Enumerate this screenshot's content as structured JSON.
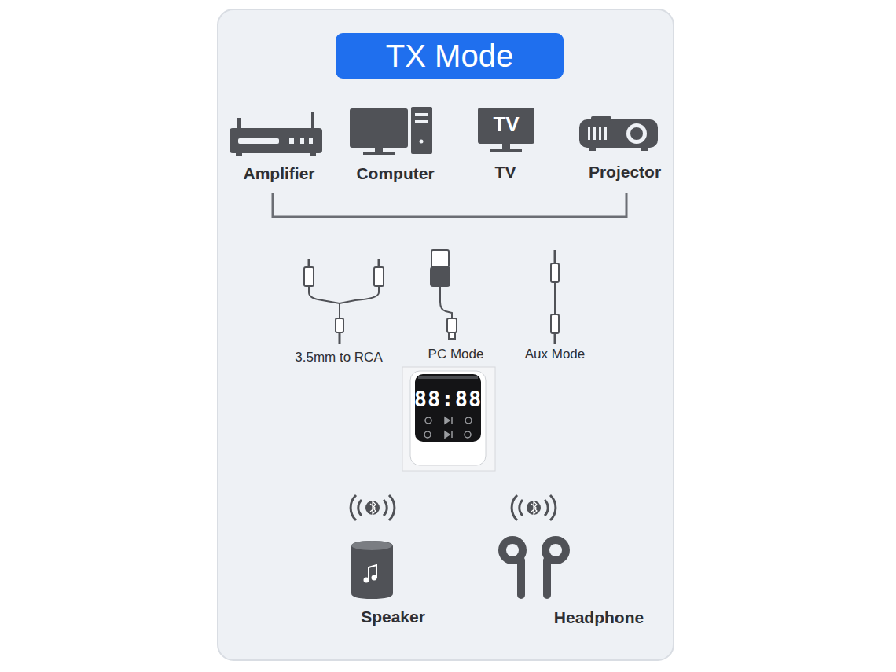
{
  "diagram": {
    "title": "TX Mode",
    "labels": [
      "Amplifier",
      "Computer",
      "TV",
      "TV",
      "Projector",
      "3.5mm to RCA",
      "PC Mode",
      "Aux Mode",
      "88:88",
      "Speaker",
      "Headphone"
    ]
  }
}
